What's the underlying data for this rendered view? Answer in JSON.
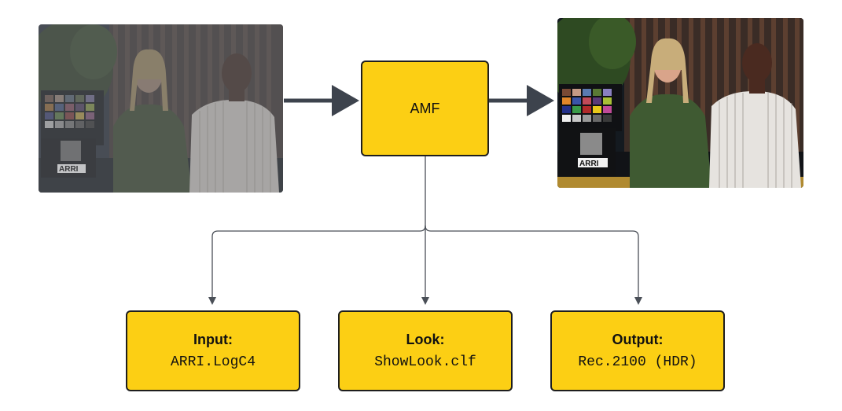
{
  "colors": {
    "box_fill": "#fccf14",
    "box_border": "#1e1e1e",
    "thick_arrow": "#3d434d",
    "thin_arrow": "#4a4f57"
  },
  "center": {
    "label": "AMF"
  },
  "outputs": [
    {
      "label": "Input",
      "value": "ARRI.LogC4"
    },
    {
      "label": "Look",
      "value": "ShowLook.clf"
    },
    {
      "label": "Output",
      "value": "Rec.2100 (HDR)"
    }
  ],
  "left_image": {
    "description_icon": "log-footage-photo-icon",
    "logo": "ARRI"
  },
  "right_image": {
    "description_icon": "graded-footage-photo-icon",
    "logo": "ARRI"
  }
}
